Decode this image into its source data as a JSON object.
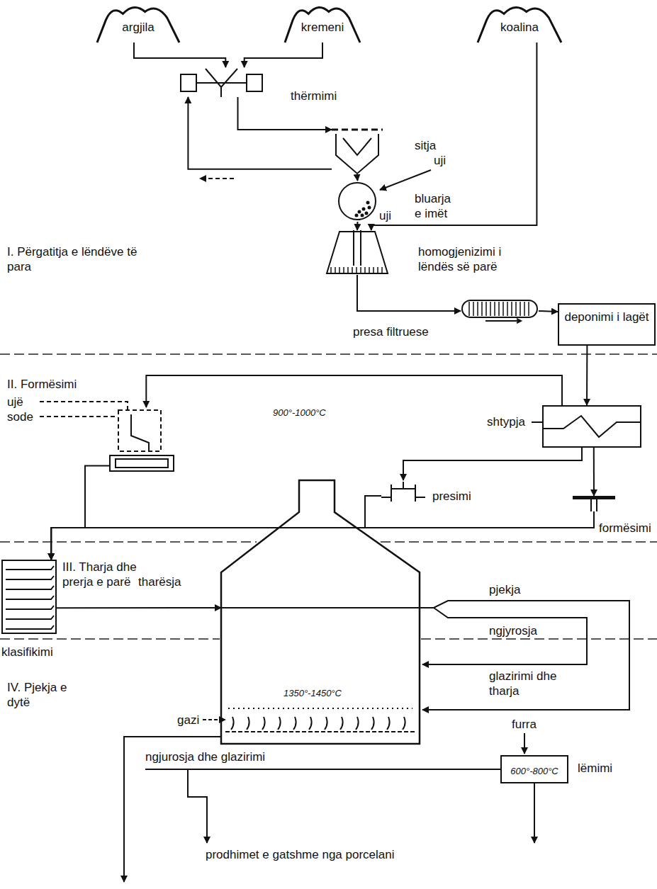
{
  "diagram": {
    "nodes": [
      {
        "text": [
          "argjila"
        ]
      },
      {
        "text": [
          "kremeni"
        ]
      },
      {
        "text": [
          "koalina"
        ]
      },
      {
        "text": [
          "thërmimi"
        ]
      },
      {
        "text": [
          "sitja"
        ]
      },
      {
        "text": [
          "bluarja e imët"
        ]
      },
      {
        "text": [
          "homogjenizimi i lëndës së parë"
        ]
      },
      {
        "text": [
          "presa filtruese"
        ]
      },
      {
        "text": [
          "deponimi i lagët"
        ]
      },
      {
        "text": [
          "shtypja"
        ]
      },
      {
        "text": [
          "presimi"
        ]
      },
      {
        "text": [
          "formësimi"
        ]
      },
      {
        "text": [
          "ujë sode"
        ]
      },
      {
        "text": [
          "tharësja"
        ]
      },
      {
        "text": [
          "1350°-1450°C"
        ]
      },
      {
        "text": [
          "600°-800°C"
        ]
      }
    ],
    "edges": [
      {
        "from": 0,
        "to": 3,
        "arrow": "to"
      },
      {
        "from": 1,
        "to": 3,
        "arrow": "to"
      },
      {
        "from": 3,
        "to": 4,
        "arrow": "to"
      },
      {
        "from": 4,
        "to": 3,
        "arrow": "to"
      },
      {
        "from": 4,
        "to": 5,
        "arrow": "to"
      },
      {
        "from": 5,
        "to": 6,
        "arrow": "to"
      },
      {
        "from": 2,
        "to": 6,
        "arrow": "to"
      },
      {
        "from": 6,
        "to": 7,
        "arrow": "to"
      },
      {
        "from": 7,
        "to": 8,
        "arrow": "to"
      },
      {
        "from": 8,
        "to": 9,
        "arrow": "to"
      },
      {
        "from": 9,
        "to": 12,
        "arrow": "to"
      },
      {
        "from": 9,
        "to": 10,
        "arrow": "to"
      },
      {
        "from": 9,
        "to": 11,
        "arrow": "to"
      },
      {
        "from": 12,
        "to": 13,
        "arrow": "to"
      },
      {
        "from": 10,
        "to": 13,
        "arrow": "to"
      },
      {
        "from": 11,
        "to": 13,
        "arrow": "to"
      },
      {
        "from": 13,
        "to": 14,
        "arrow": "to"
      }
    ],
    "labels": [
      "I. Përgatitja e lëndëve të para",
      "uji",
      "uji",
      "II. Formësimi",
      "900°-1000°C",
      "III. Tharja dhe prerja e parë",
      "pjekja",
      "ngjyrosja",
      "klasifikimi",
      "glazirimi dhe tharja",
      "IV. Pjekja e dytë",
      "gazi",
      "furra",
      "ngjurosja dhe glazirimi",
      "lëmimi",
      "prodhimet e gatshme nga porcelani"
    ]
  }
}
